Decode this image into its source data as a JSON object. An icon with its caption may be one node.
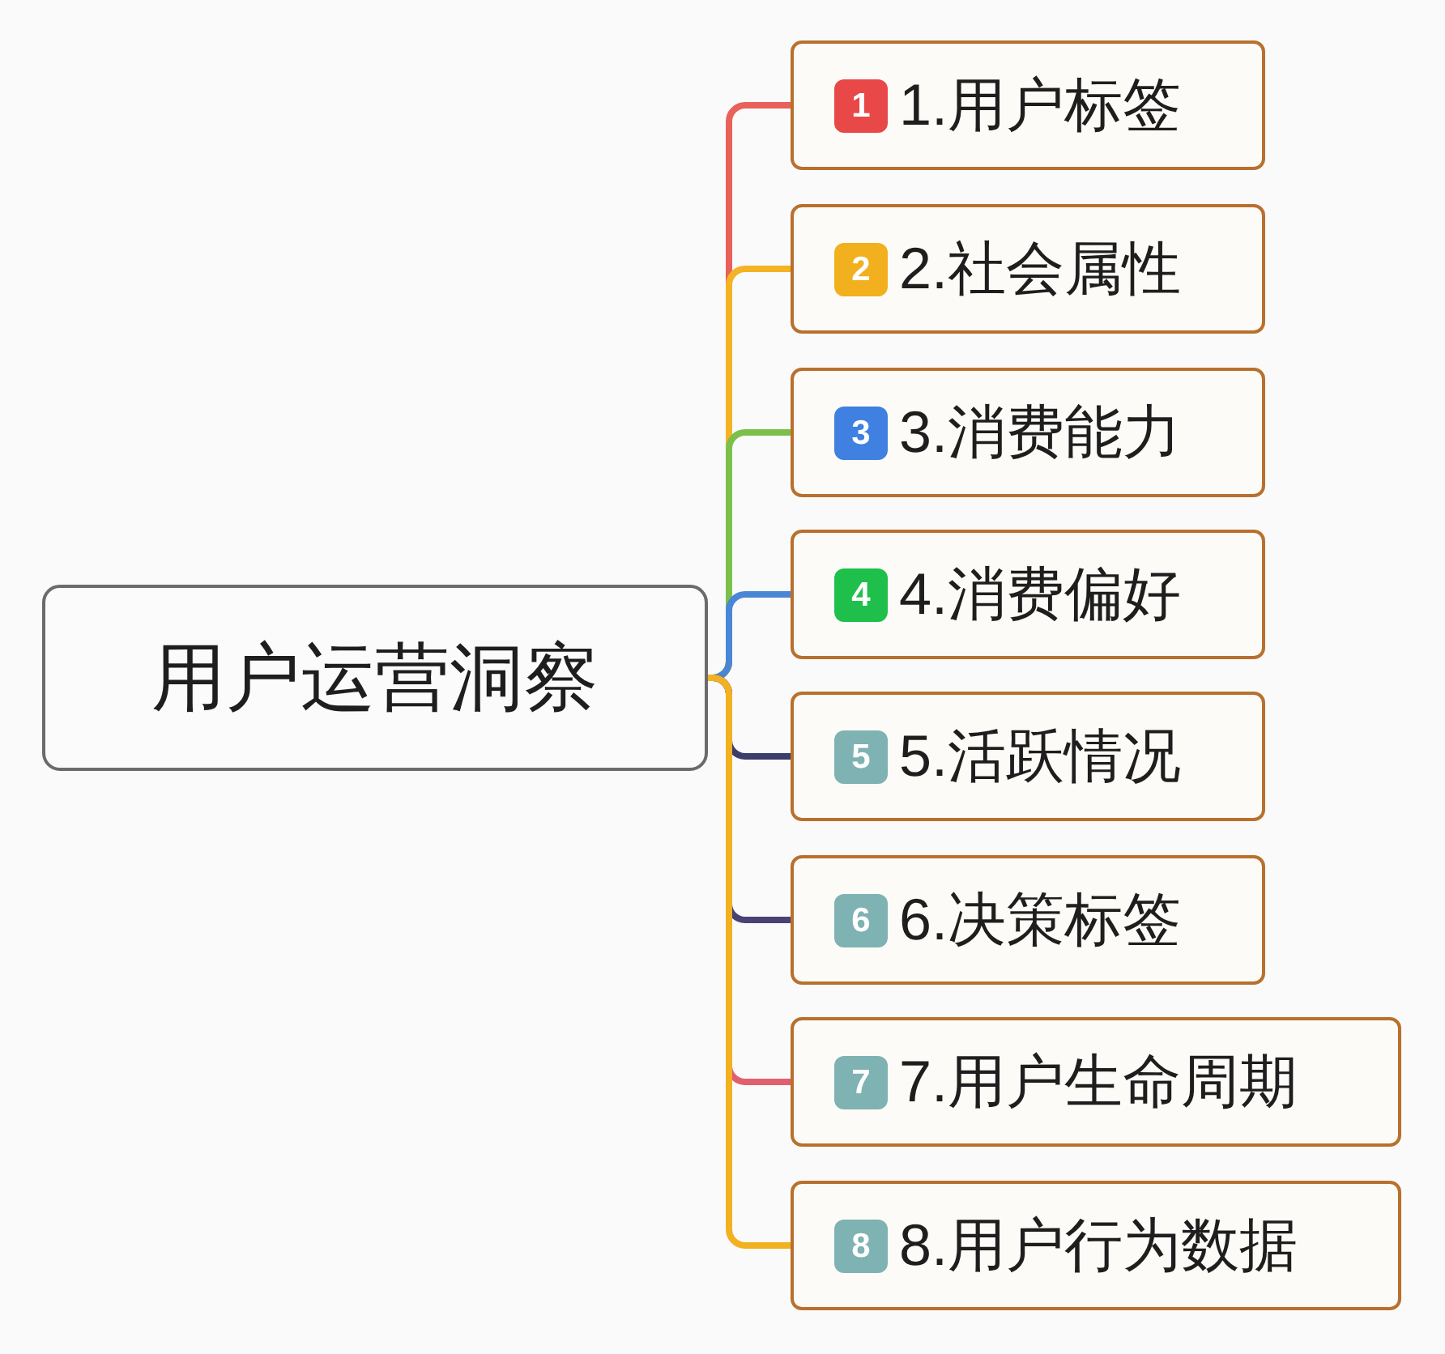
{
  "diagram": {
    "nodes": [
      {
        "text": [
          "用户运营洞察"
        ]
      },
      {
        "text": [
          "1",
          "1.用户标签"
        ]
      },
      {
        "text": [
          "2",
          "2.社会属性"
        ]
      },
      {
        "text": [
          "3",
          "3.消费能力"
        ]
      },
      {
        "text": [
          "4",
          "4.消费偏好"
        ]
      },
      {
        "text": [
          "5",
          "5.活跃情况"
        ]
      },
      {
        "text": [
          "6",
          "6.决策标签"
        ]
      },
      {
        "text": [
          "7",
          "7.用户生命周期"
        ]
      },
      {
        "text": [
          "8",
          "8.用户行为数据"
        ]
      }
    ],
    "edges": [
      {
        "from": 0,
        "to": 1,
        "arrow": "none",
        "color": "#e8615a"
      },
      {
        "from": 0,
        "to": 2,
        "arrow": "none",
        "color": "#f4b324"
      },
      {
        "from": 0,
        "to": 3,
        "arrow": "none",
        "color": "#7cc04b"
      },
      {
        "from": 0,
        "to": 4,
        "arrow": "none",
        "color": "#4a86d6"
      },
      {
        "from": 0,
        "to": 5,
        "arrow": "none",
        "color": "#3b3d6b"
      },
      {
        "from": 0,
        "to": 6,
        "arrow": "none",
        "color": "#4a4274"
      },
      {
        "from": 0,
        "to": 7,
        "arrow": "none",
        "color": "#e0606e"
      },
      {
        "from": 0,
        "to": 8,
        "arrow": "none",
        "color": "#f2b120"
      }
    ]
  }
}
